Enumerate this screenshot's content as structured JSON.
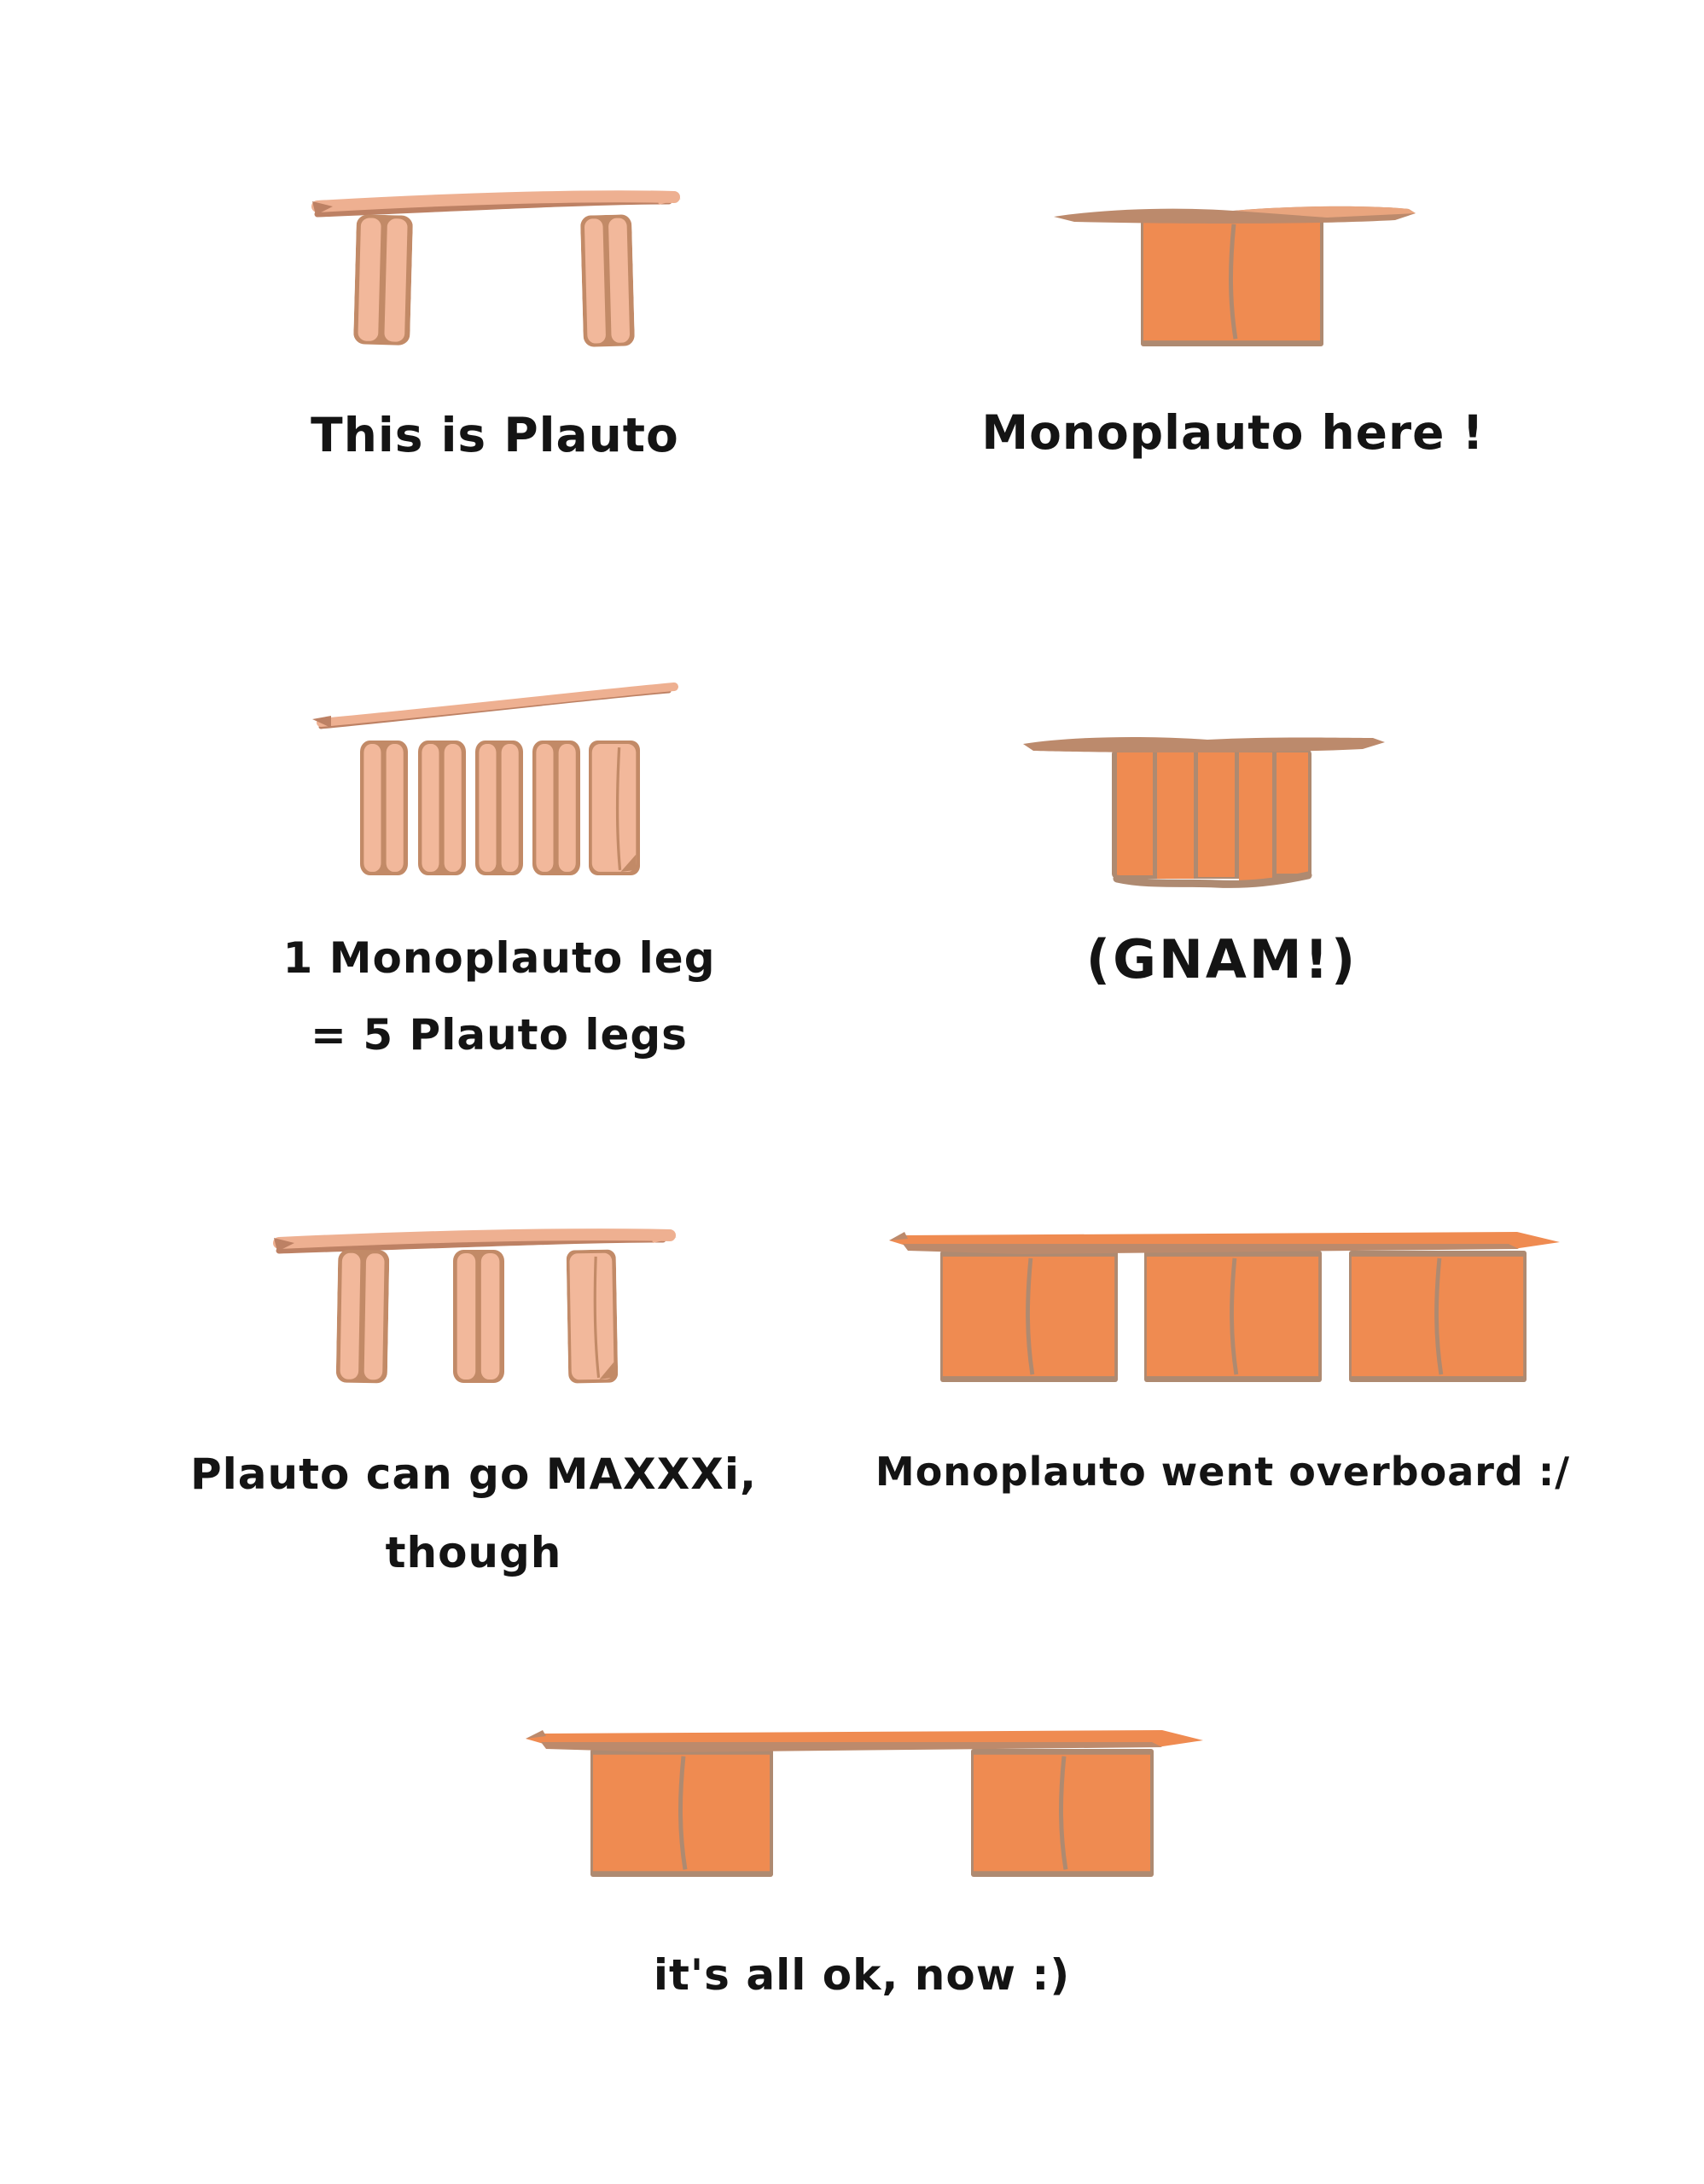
{
  "colors": {
    "paper": "#ffffff",
    "ink": "#141414",
    "leg_fill": "#f2b89b",
    "leg_shadow": "#c28a67",
    "top_light": "#eeb091",
    "top_shadow": "#bd8164",
    "top_tan": "#bc8a6c",
    "top_peach": "#e9a57e",
    "mono_orange": "#ef8b51",
    "mono_seam": "#ae8a71"
  },
  "panels": [
    {
      "id": "plauto-intro",
      "caption": "This is Plauto"
    },
    {
      "id": "monoplauto-intro",
      "caption": "Monoplauto  here !"
    },
    {
      "id": "leg-equivalence",
      "caption_line1": "1 Monoplauto leg",
      "caption_line2": "= 5 Plauto legs"
    },
    {
      "id": "gnam",
      "caption": "(GNAM!)"
    },
    {
      "id": "plauto-maxxxi",
      "caption_line1": "Plauto can go MAXXXi,",
      "caption_line2": "though"
    },
    {
      "id": "overboard",
      "caption": "Monoplauto went overboard :/"
    },
    {
      "id": "all-ok",
      "caption": "it's all ok, now :)"
    }
  ]
}
